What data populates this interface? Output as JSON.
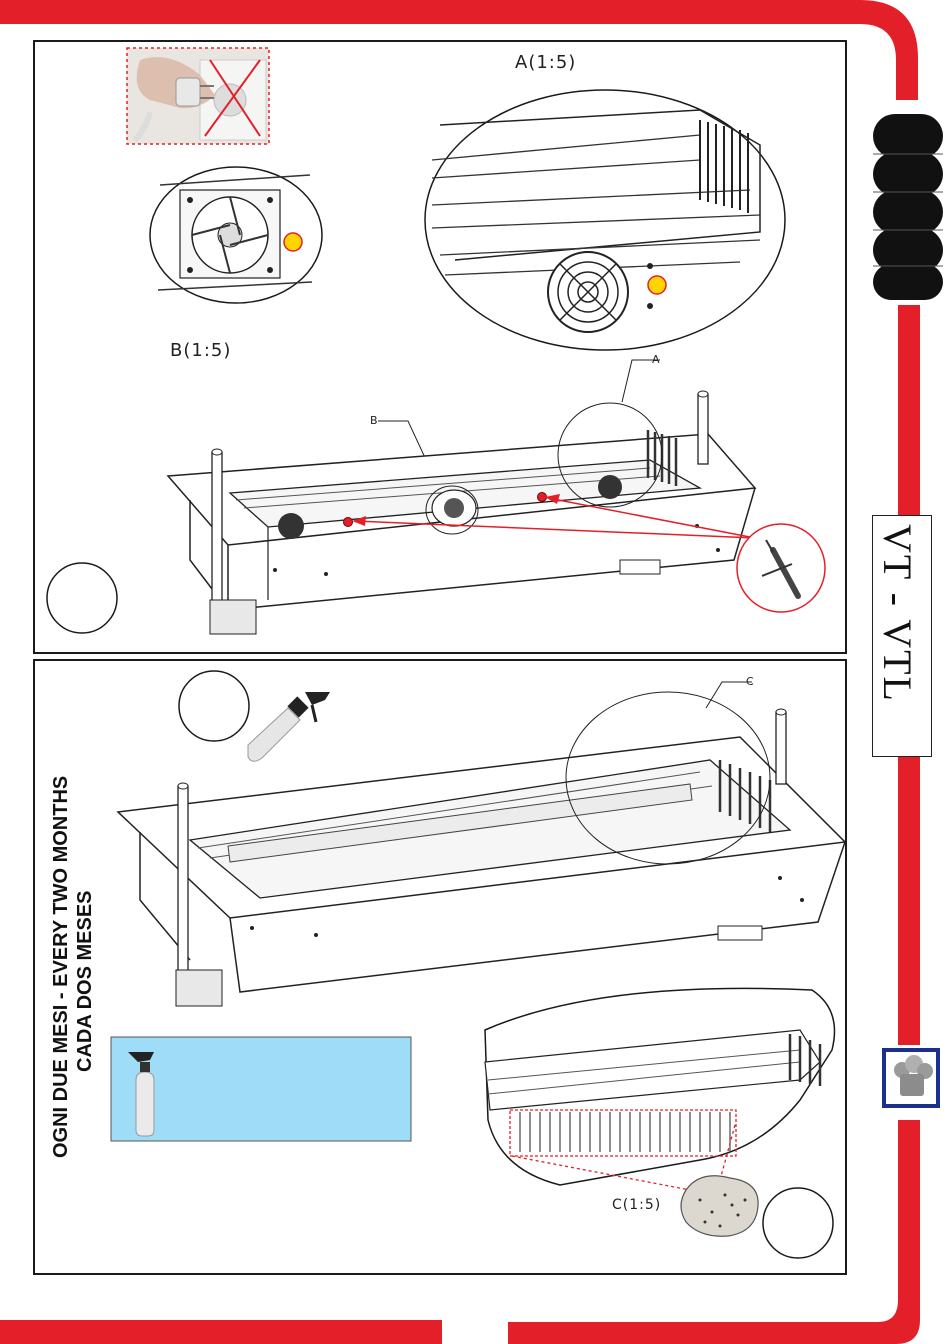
{
  "side_label": "VT - VTL",
  "panel_top": {
    "detail_a": "A(1:5)",
    "detail_b": "B(1:5)",
    "callout_a": "A",
    "callout_b": "B"
  },
  "panel_bottom": {
    "vertical_text_line1": "OGNI DUE MESI - EVERY TWO MONTHS",
    "vertical_text_line2": "CADA DOS MESES",
    "detail_c": "C(1:5)",
    "callout_c": "C"
  },
  "colors": {
    "frame_red": "#e3202a",
    "marker_yellow": "#ffd400",
    "info_blue": "#9fdcf7",
    "chef_blue": "#1b2f8c"
  }
}
